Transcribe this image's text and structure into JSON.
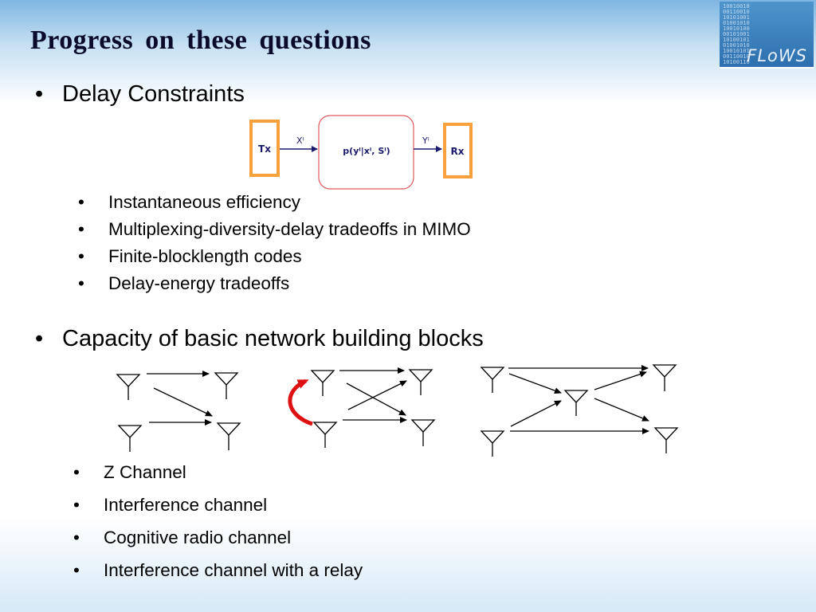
{
  "title": "Progress  on  these  questions",
  "logo": {
    "text": "FLoWS",
    "binary": "10010010\n00110010\n10101001\n01001010\n10010100\n00101001\n10100101\n01001010\n10010101\n00110010\n10100110"
  },
  "section1": {
    "heading": "Delay Constraints",
    "diagram": {
      "tx": "Tx",
      "rx": "Rx",
      "channel": "p(yⁱ|xⁱ, Sⁱ)",
      "input": "Xⁱ",
      "output": "Yⁱ"
    },
    "items": [
      "Instantaneous efficiency",
      "Multiplexing-diversity-delay tradeoffs in MIMO",
      "Finite-blocklength codes",
      "Delay-energy tradeoffs"
    ]
  },
  "section2": {
    "heading": "Capacity of basic network building blocks",
    "items": [
      "Z Channel",
      "Interference channel",
      "Cognitive radio channel",
      "Interference channel with a relay"
    ]
  },
  "colors": {
    "box_orange": "#f6a13b",
    "channel_border": "#e05a5a",
    "arrow_navy": "#1b1b6e",
    "cognitive_arrow": "#dd1111",
    "logo_blue": "#2d6fae"
  },
  "bullet": "•"
}
